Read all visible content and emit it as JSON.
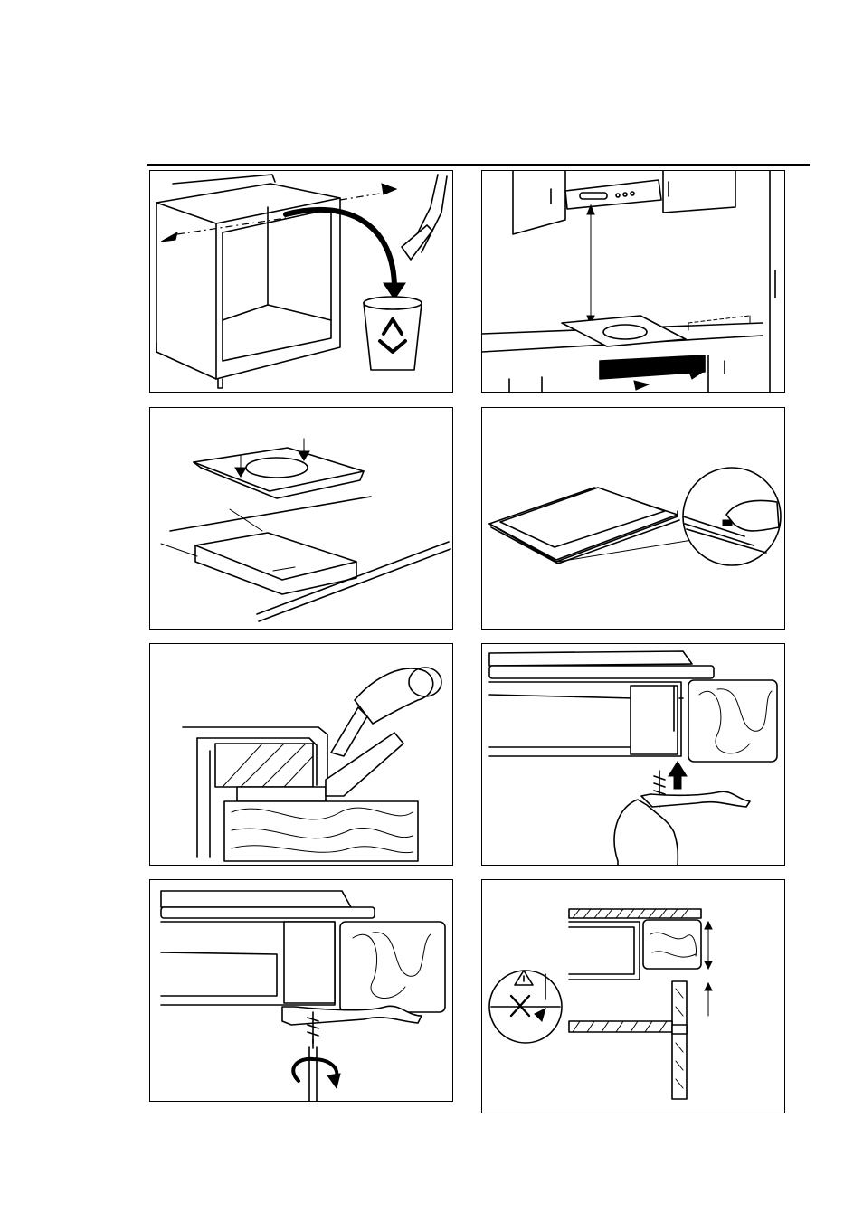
{
  "figures": [
    {
      "id": "remove-cabinet-strip",
      "icon": "recycle-bin-icon"
    },
    {
      "id": "hood-and-cutout-distances",
      "icon": "cooker-hood-icon"
    },
    {
      "id": "cutout-dimensions",
      "icon": "hob-icon"
    },
    {
      "id": "apply-seal-strip",
      "icon": "seal-strip-icon"
    },
    {
      "id": "cut-seal-corner",
      "icon": "knife-icon"
    },
    {
      "id": "attach-bracket-screw",
      "icon": "bracket-icon"
    },
    {
      "id": "tighten-bracket-screw",
      "icon": "screwdriver-icon"
    },
    {
      "id": "clearance-warning",
      "icon": "warning-icon"
    }
  ]
}
